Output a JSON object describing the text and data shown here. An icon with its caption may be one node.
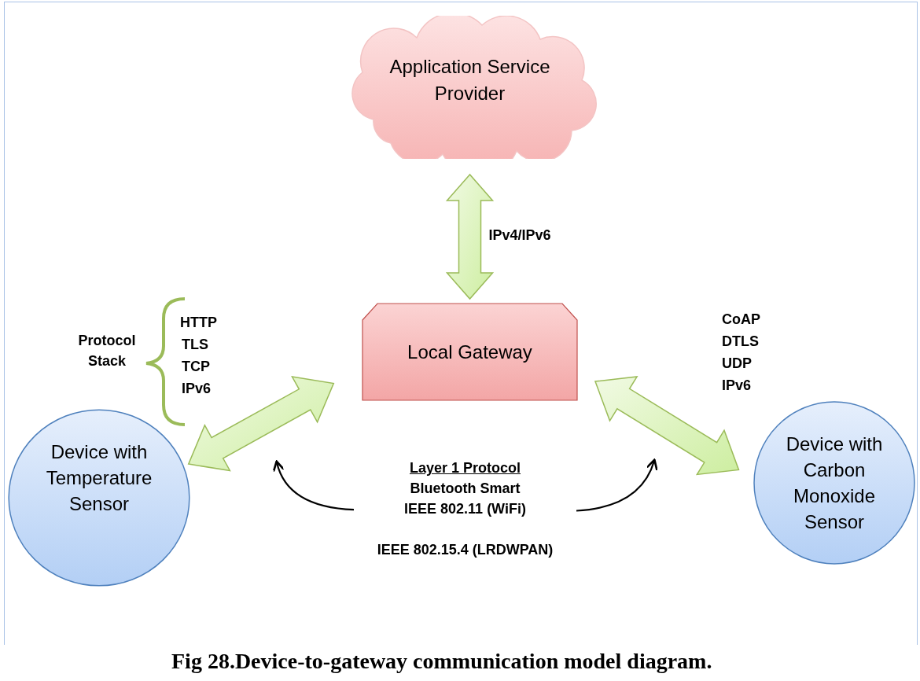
{
  "diagram": {
    "caption": "Fig 28.Device-to-gateway communication model diagram.",
    "nodes": [
      {
        "text": [
          "Application Service Provider"
        ]
      },
      {
        "text": [
          "Local Gateway"
        ]
      },
      {
        "text": [
          "Device with Temperature Sensor"
        ]
      },
      {
        "text": [
          "Layer 1 Protocol",
          "Bluetooth Smart",
          "IEEE 802.11 (WiFi)",
          "IEEE 802.15.4 (LRDWPAN)"
        ]
      },
      {
        "text": [
          "Device with Carbon Monoxide Sensor"
        ]
      }
    ],
    "edges": [
      {
        "from": 0,
        "to": 1,
        "arrow": "both",
        "label": "IPv4/IPv6",
        "style": "thick"
      },
      {
        "from": 2,
        "to": 1,
        "arrow": "both",
        "style": "thick"
      },
      {
        "from": 1,
        "to": 4,
        "arrow": "both",
        "style": "thick"
      },
      {
        "from": 3,
        "to": null,
        "arrow": "to",
        "color": "#000000"
      },
      {
        "from": 3,
        "to": null,
        "arrow": "to",
        "color": "#000000"
      }
    ],
    "labels": [
      "Protocol Stack",
      "HTTP",
      "TLS",
      "TCP",
      "IPv6",
      "CoAP",
      "DTLS",
      "UDP",
      "IPv6"
    ]
  }
}
